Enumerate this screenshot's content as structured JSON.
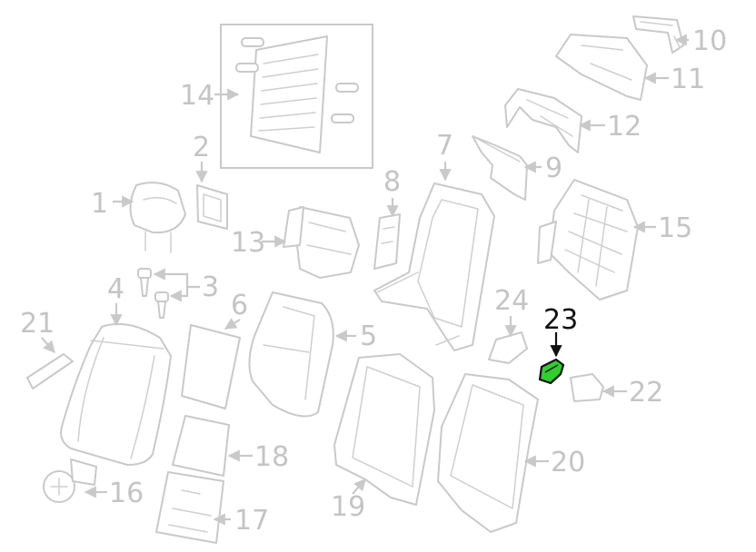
{
  "diagram": {
    "highlight_color": "#2fcf2f",
    "callouts": [
      {
        "id": "c1",
        "text": "1"
      },
      {
        "id": "c2",
        "text": "2"
      },
      {
        "id": "c3",
        "text": "3"
      },
      {
        "id": "c4",
        "text": "4"
      },
      {
        "id": "c5",
        "text": "5"
      },
      {
        "id": "c6",
        "text": "6"
      },
      {
        "id": "c7",
        "text": "7"
      },
      {
        "id": "c8",
        "text": "8"
      },
      {
        "id": "c9",
        "text": "9"
      },
      {
        "id": "c10",
        "text": "10"
      },
      {
        "id": "c11",
        "text": "11"
      },
      {
        "id": "c12",
        "text": "12"
      },
      {
        "id": "c13",
        "text": "13"
      },
      {
        "id": "c14",
        "text": "14"
      },
      {
        "id": "c15",
        "text": "15"
      },
      {
        "id": "c16",
        "text": "16"
      },
      {
        "id": "c17",
        "text": "17"
      },
      {
        "id": "c18",
        "text": "18"
      },
      {
        "id": "c19",
        "text": "19"
      },
      {
        "id": "c20",
        "text": "20"
      },
      {
        "id": "c21",
        "text": "21"
      },
      {
        "id": "c22",
        "text": "22"
      },
      {
        "id": "c23",
        "text": "23",
        "highlighted": true
      },
      {
        "id": "c24",
        "text": "24"
      }
    ]
  }
}
